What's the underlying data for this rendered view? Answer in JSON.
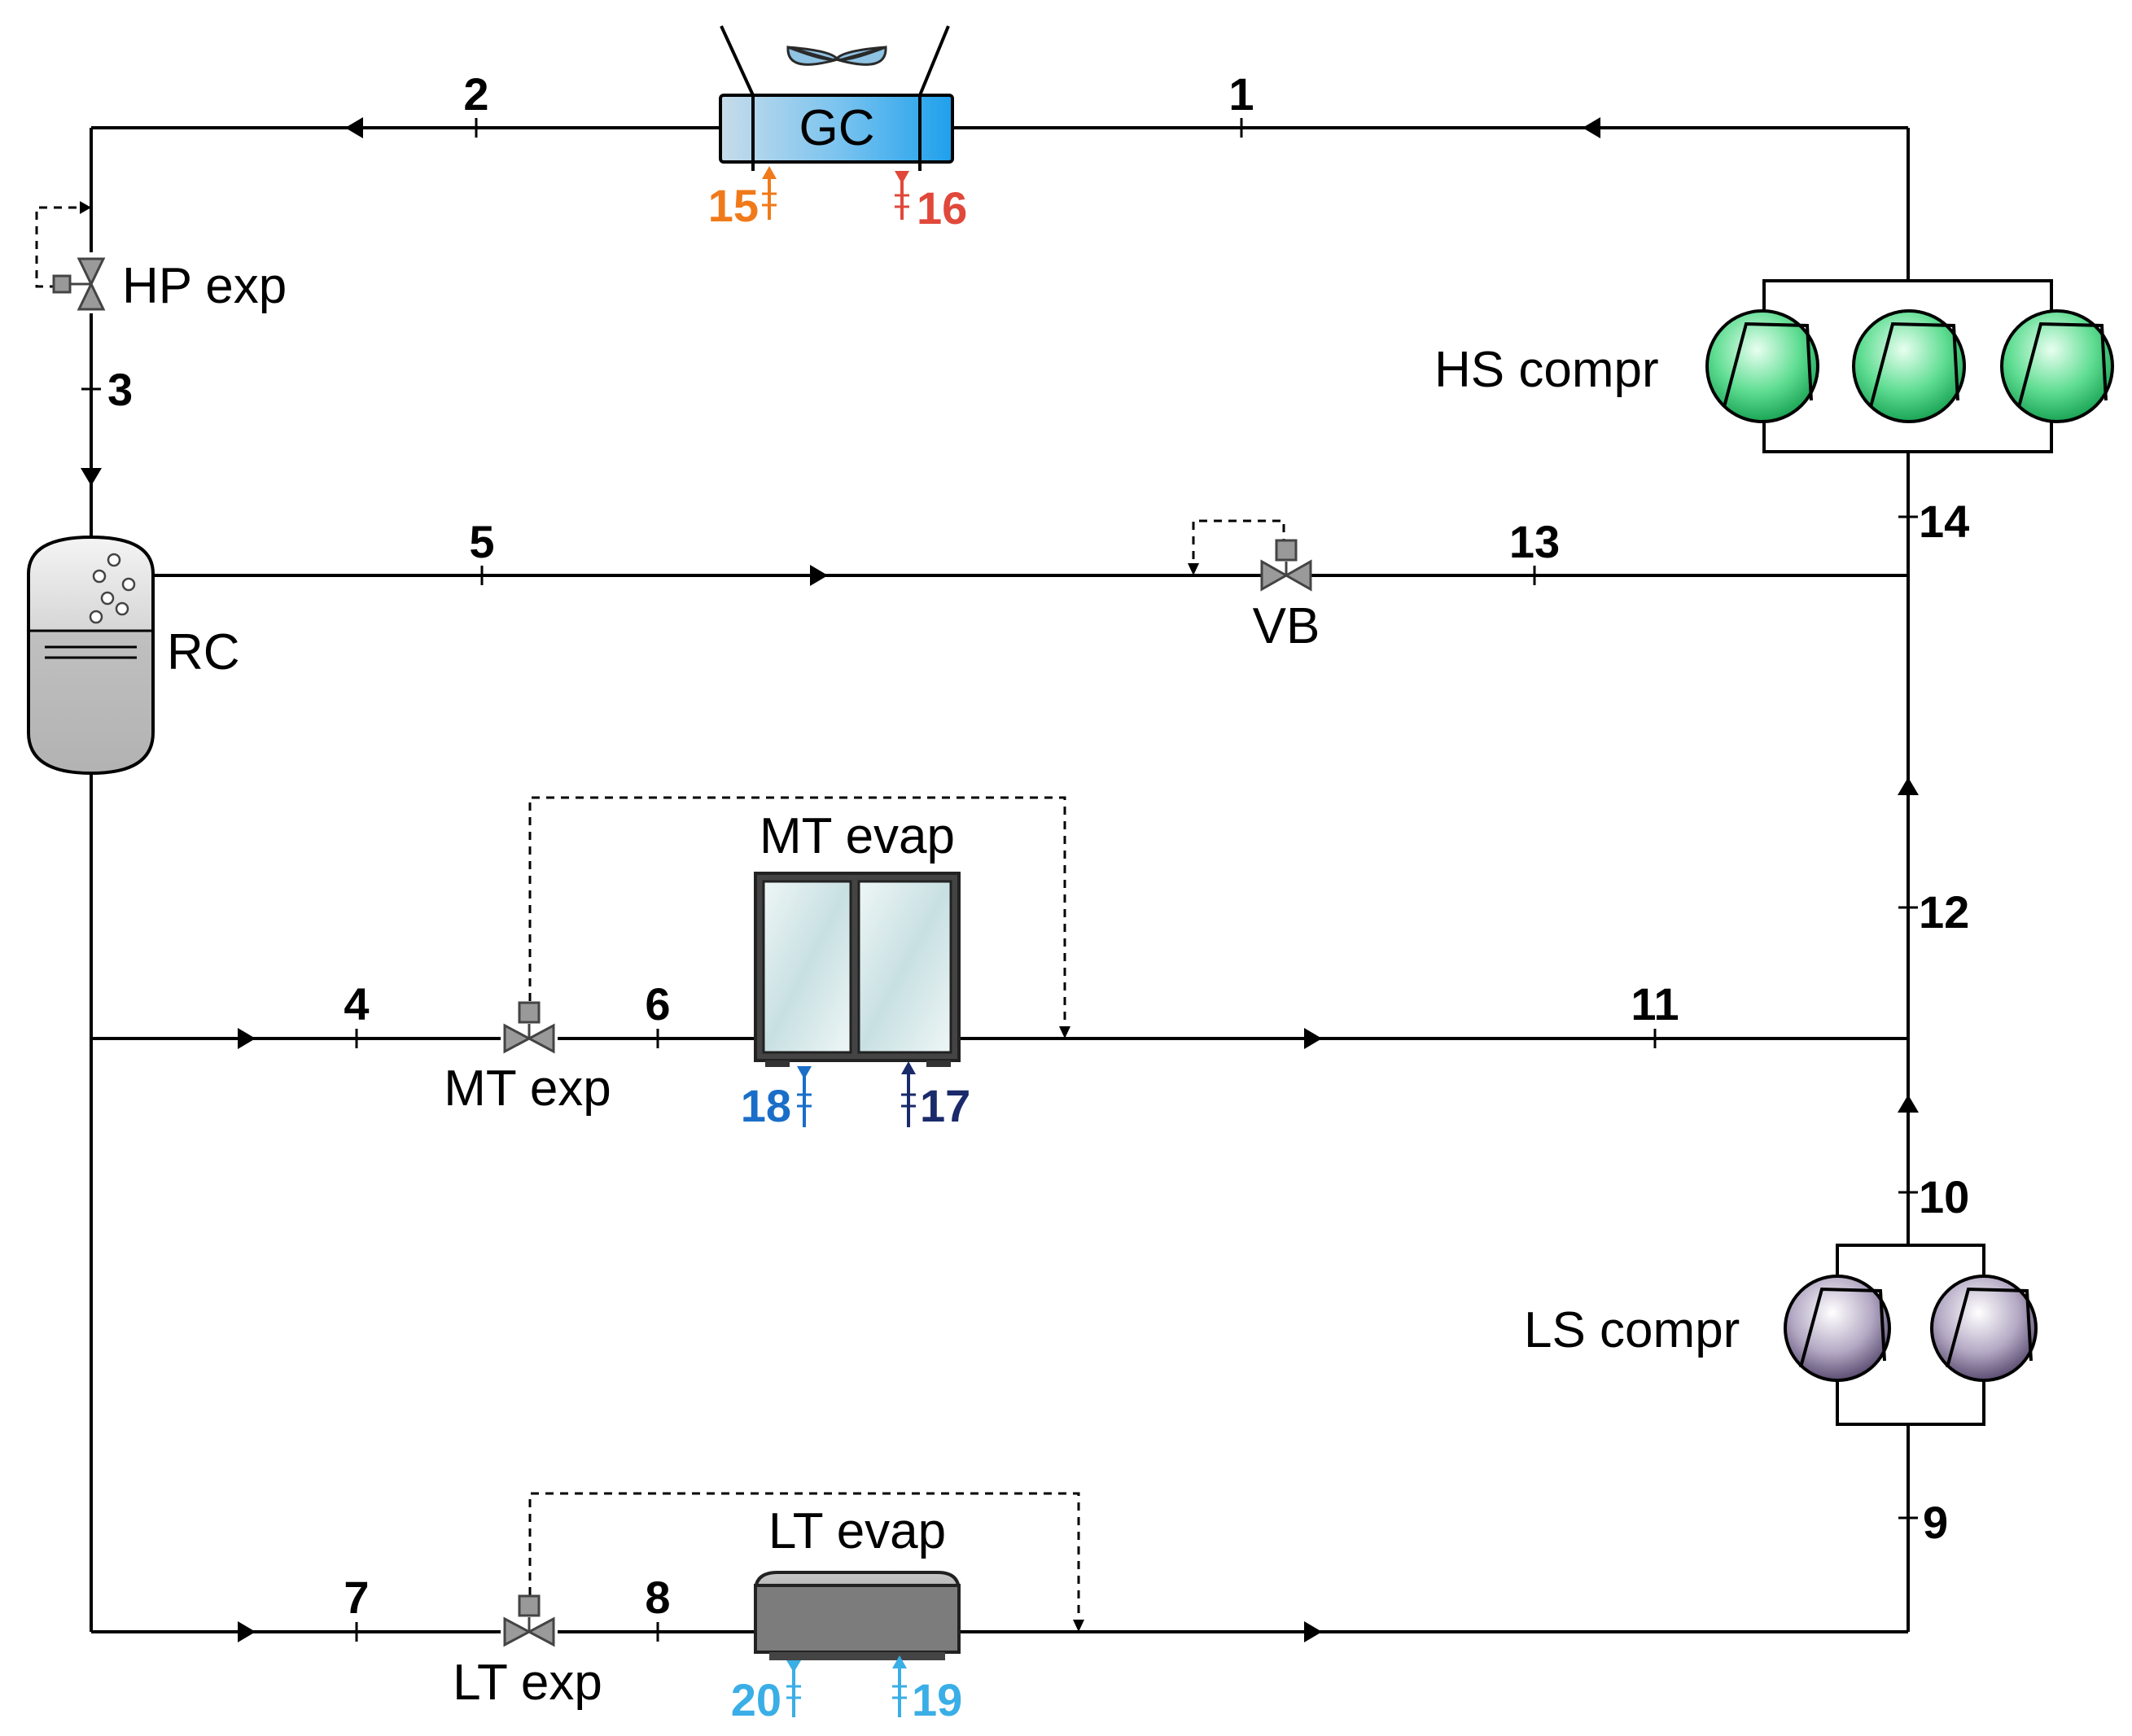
{
  "components": {
    "gc": "GC",
    "hp_exp": "HP exp",
    "rc": "RC",
    "vb": "VB",
    "hs_compr": "HS compr",
    "mt_evap": "MT evap",
    "mt_exp": "MT exp",
    "lt_evap": "LT evap",
    "lt_exp": "LT exp",
    "ls_compr": "LS compr"
  },
  "state_points": {
    "p1": "1",
    "p2": "2",
    "p3": "3",
    "p4": "4",
    "p5": "5",
    "p6": "6",
    "p7": "7",
    "p8": "8",
    "p9": "9",
    "p10": "10",
    "p11": "11",
    "p12": "12",
    "p13": "13",
    "p14": "14"
  },
  "secondary_points": {
    "p15": "15",
    "p16": "16",
    "p17": "17",
    "p18": "18",
    "p19": "19",
    "p20": "20"
  },
  "colors": {
    "pipe": "#000000",
    "p15": "#f07a1a",
    "p16": "#e0483a",
    "p17": "#1a2a6a",
    "p18": "#1a6ec8",
    "p19": "#3aaee6",
    "p20": "#3aaee6",
    "gc_fill": "#3ea8e8",
    "hs_compressor": "#22c46a",
    "ls_compressor": "#5a4a78",
    "lt_evap_fill": "#7c7c7c"
  }
}
